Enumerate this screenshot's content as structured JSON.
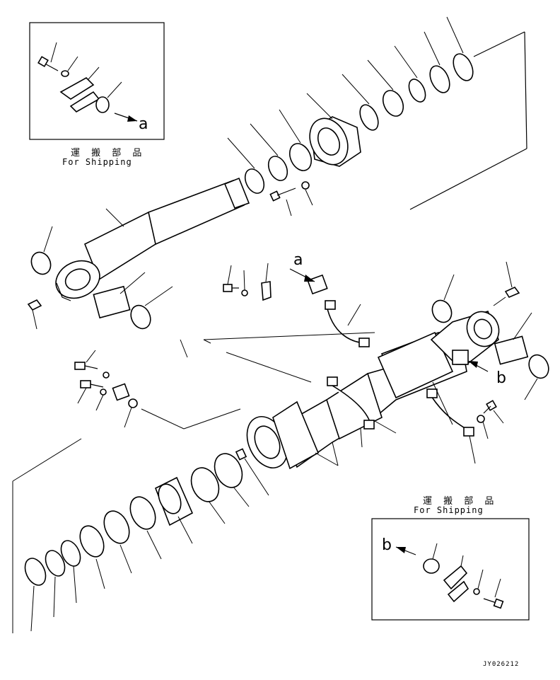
{
  "inset_a": {
    "label_jp": "運 搬 部 品",
    "label_en": "For Shipping",
    "ref": "a"
  },
  "inset_b": {
    "label_jp": "運 搬 部 品",
    "label_en": "For Shipping",
    "ref": "b"
  },
  "callouts": {
    "a": "a",
    "b": "b"
  },
  "drawing_code": "JY026212"
}
